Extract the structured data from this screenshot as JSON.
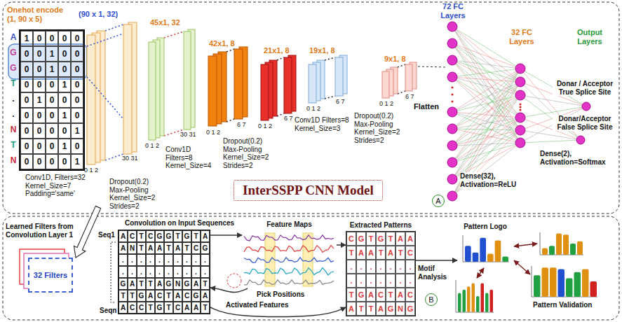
{
  "diagram": {
    "nodes": [
      {
        "text": [
          "Onehot encode (1, 90 x 5)",
          "10000",
          "00100",
          "00100",
          "00010",
          "01000",
          "00010",
          "00001",
          "00010",
          "00001"
        ]
      },
      {
        "text": [
          "InterSSPP CNN Model"
        ]
      },
      {
        "text": [
          "A"
        ]
      },
      {
        "text": [
          "Learned Filters from Convolution Layer 1",
          "32 Filters"
        ]
      },
      {
        "text": [
          "ACTCGGTGTA",
          "ANTAATATCG",
          "..........",
          "..........",
          "GATTAGNGAT",
          "TTGACTACGA",
          "ACCTGTCAAT"
        ]
      },
      {
        "text": [
          "Feature Maps"
        ]
      },
      {
        "text": [
          "Extracted Patterns",
          "CGTGTAA",
          "TAATATC",
          ".......",
          ".......",
          "TGACTAC",
          "ATTAGNG"
        ]
      },
      {
        "text": [
          "Pattern Logo"
        ]
      },
      {
        "text": [
          "B"
        ]
      }
    ],
    "edges": [
      {
        "from": 4,
        "to": 5,
        "label": "Convolution on Input Sequences",
        "arrow": "to"
      },
      {
        "from": 5,
        "to": 4,
        "label": "Pick Positions",
        "arrow": "to"
      },
      {
        "from": 4,
        "to": 6,
        "label": "Activated Features",
        "arrow": "to"
      },
      {
        "from": 5,
        "to": 6,
        "arrow": "to"
      },
      {
        "from": 6,
        "to": 7,
        "label": "Motif Analysis",
        "arrow": "to"
      }
    ],
    "labels": [
      "A",
      "G",
      "G",
      "T",
      ".",
      ".",
      "N",
      "T",
      "N",
      "(90 x 1, 32)",
      "0 1 2",
      "30 31",
      "Conv1D, Filters=32 Kernel_Size=7 Padding='same'",
      "Dropout(0.2) Max-Pooling Kernel_Size=2 Strides=2",
      "45x1, 32",
      "0 1 2",
      "30 31",
      "Conv1D Filters=8 Kernel_Size=4",
      "42x1, 8",
      "0 1 2",
      "6 7",
      "Dropout(0.2) Max-Pooling Kernel_Size=2 Strides=2",
      "21x1, 8",
      "0 1 2",
      "6 7",
      "19x1, 8",
      "Conv1D Filters=8 Kernel_Size=3",
      "0 1 2",
      "6 7",
      "9x1, 8",
      "Dropout(0.2) Max-Pooling Kernel_Size=2 Strides=2",
      "0 1 2",
      "6 7",
      "Flatten",
      "72 FC Layers",
      "32 FC Layers",
      "Output Layers",
      "Donar / Acceptor True Splice Site",
      "Donar/Acceptor False Splice Site",
      "Dense(2), Activation=Softmax",
      "Dense(32), Activation=ReLU",
      "Seq1",
      "Seqn",
      "Pattern Validation"
    ]
  }
}
